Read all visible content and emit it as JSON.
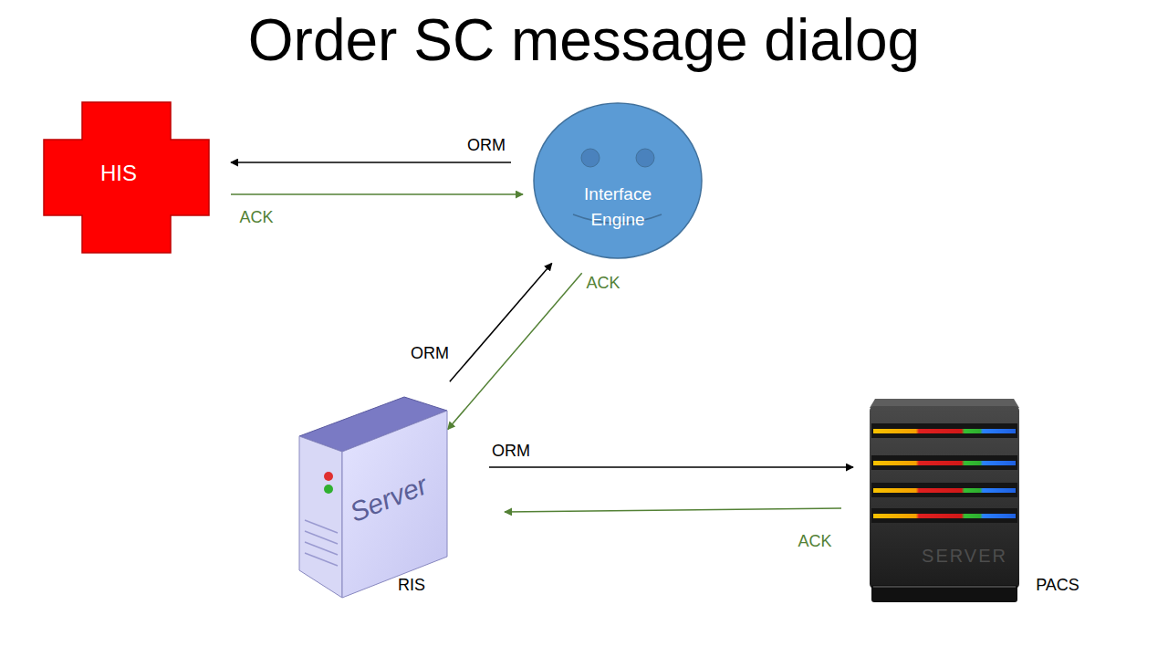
{
  "diagram": {
    "title": "Order SC message dialog",
    "nodes": [
      {
        "text": [
          "HIS"
        ]
      },
      {
        "text": [
          "Interface Engine"
        ]
      },
      {
        "text": [
          "Server",
          "RIS"
        ]
      },
      {
        "text": [
          "SERVER",
          "PACS"
        ]
      }
    ],
    "edges": [
      {
        "from": 1,
        "to": 0,
        "arrow": "to",
        "label": "ORM"
      },
      {
        "from": 0,
        "to": 1,
        "arrow": "to",
        "label": "ACK"
      },
      {
        "from": 2,
        "to": 1,
        "arrow": "to",
        "label": "ORM"
      },
      {
        "from": 1,
        "to": 2,
        "arrow": "to",
        "label": "ACK"
      },
      {
        "from": 2,
        "to": 3,
        "arrow": "to",
        "label": "ORM"
      },
      {
        "from": 3,
        "to": 2,
        "arrow": "to",
        "label": "ACK"
      }
    ]
  }
}
